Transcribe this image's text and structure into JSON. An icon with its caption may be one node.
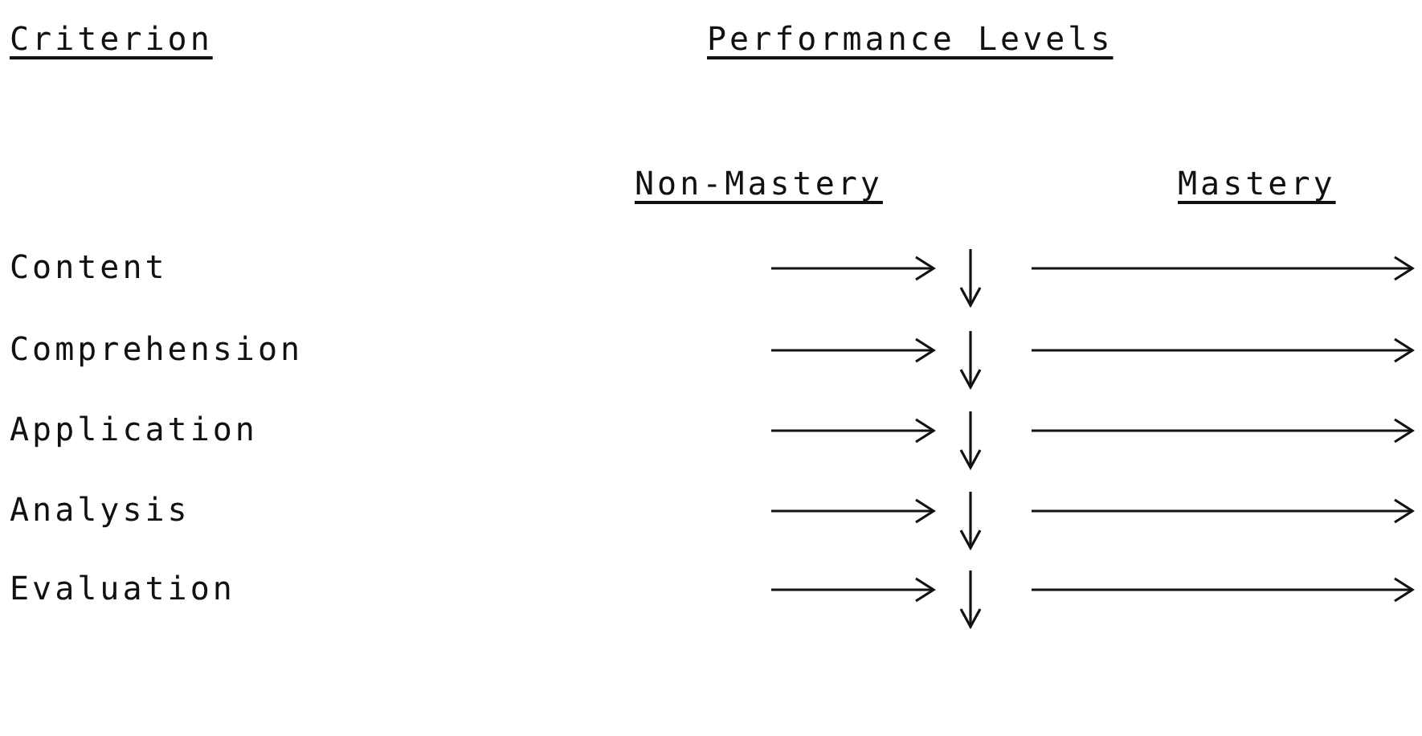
{
  "diagram": {
    "labels": [
      "Criterion",
      "Performance Levels",
      "Non-Mastery",
      "Mastery",
      "Content",
      "Comprehension",
      "Application",
      "Analysis",
      "Evaluation"
    ]
  }
}
